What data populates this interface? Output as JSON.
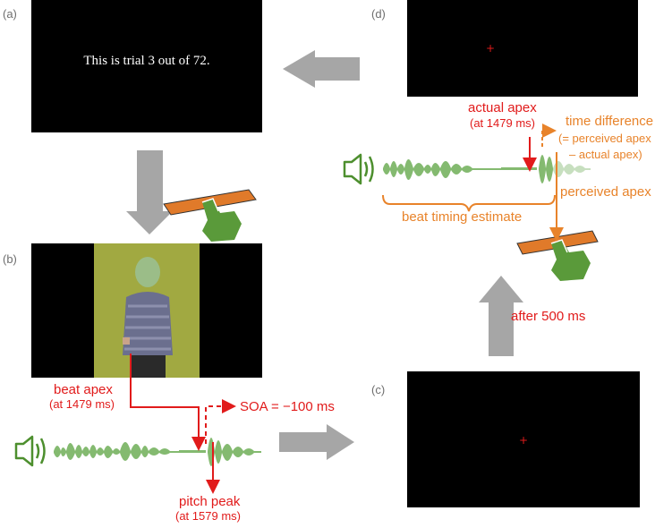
{
  "panels": {
    "a": {
      "label": "(a)",
      "screen_text": "This is trial 3 out of 72."
    },
    "b": {
      "label": "(b)"
    },
    "c": {
      "label": "(c)",
      "fixation": "+"
    },
    "d": {
      "label": "(d)",
      "fixation": "+"
    }
  },
  "annotations_b": {
    "beat_apex": "beat apex",
    "beat_apex_time": "(at 1479 ms)",
    "soa": "SOA = −100 ms",
    "pitch_peak": "pitch peak",
    "pitch_peak_time": "(at 1579 ms)"
  },
  "annotations_d": {
    "actual_apex": "actual apex",
    "actual_apex_time": "(at 1479 ms)",
    "time_difference": "time difference",
    "time_difference_def1": "(= perceived apex",
    "time_difference_def2": "– actual apex)",
    "perceived_apex": "perceived apex",
    "beat_timing_estimate": "beat timing estimate"
  },
  "transition": {
    "after": "after 500 ms"
  },
  "colors": {
    "red": "#e11b1b",
    "orange": "#e8832a",
    "green": "#5a9a3a",
    "arrow_gray": "#a6a6a6",
    "key": "#e07a2a"
  },
  "icons": [
    "speaker-icon",
    "hand-pointer-icon",
    "keyboard-key-icon",
    "flow-arrow-icon"
  ]
}
